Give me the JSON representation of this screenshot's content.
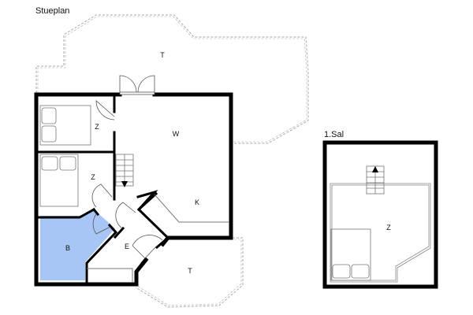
{
  "floors": [
    {
      "title": "Stueplan",
      "rooms": [
        {
          "code": "T",
          "name": "terrace-north"
        },
        {
          "code": "Z",
          "name": "bedroom-1"
        },
        {
          "code": "W",
          "name": "living-room"
        },
        {
          "code": "Z",
          "name": "bedroom-2"
        },
        {
          "code": "K",
          "name": "kitchen"
        },
        {
          "code": "B",
          "name": "bathroom"
        },
        {
          "code": "E",
          "name": "entrance"
        },
        {
          "code": "T",
          "name": "terrace-south"
        }
      ]
    },
    {
      "title": "1.Sal",
      "rooms": [
        {
          "code": "Z",
          "name": "loft-bedroom"
        }
      ]
    }
  ],
  "colors": {
    "wall": "#000000",
    "terrace_outline": "#aaaaaa",
    "bathroom_fill": "#a8c6f5",
    "fixture_line": "#777777"
  }
}
